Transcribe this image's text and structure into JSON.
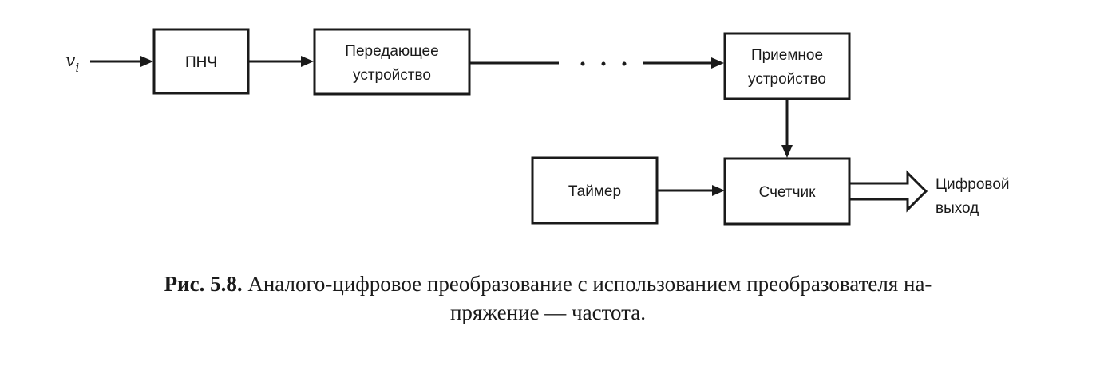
{
  "diagram": {
    "input_label": "v",
    "input_subscript": "i",
    "blocks": {
      "vfc": [
        "ПНЧ"
      ],
      "transmitter": [
        "Передающее",
        "устройство"
      ],
      "receiver": [
        "Приемное",
        "устройство"
      ],
      "timer": [
        "Таймер"
      ],
      "counter": [
        "Счетчик"
      ]
    },
    "output_label": [
      "Цифровой",
      "выход"
    ]
  },
  "caption": {
    "number": "Рис. 5.8.",
    "line1": "Аналого-цифровое преобразование с использованием преобразователя на-",
    "line2": "пряжение — частота."
  }
}
